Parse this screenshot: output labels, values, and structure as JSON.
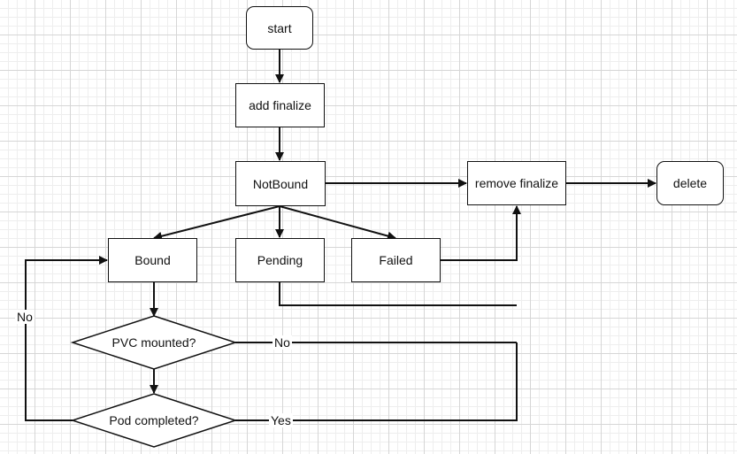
{
  "nodes": {
    "start": "start",
    "add_finalize": "add finalize",
    "not_bound": "NotBound",
    "remove_finalize": "remove finalize",
    "delete": "delete",
    "bound": "Bound",
    "pending": "Pending",
    "failed": "Failed",
    "pvc_mounted": "PVC mounted?",
    "pod_completed": "Pod completed?"
  },
  "edge_labels": {
    "pvc_no": "No",
    "pod_yes": "Yes",
    "pod_no": "No"
  }
}
